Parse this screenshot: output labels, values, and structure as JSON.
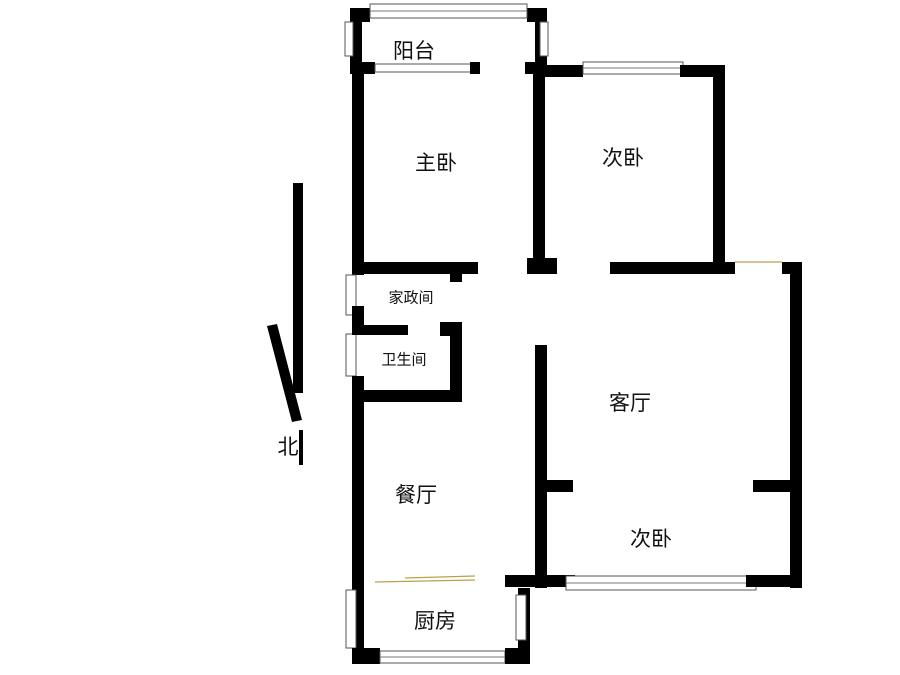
{
  "rooms": {
    "balcony": "阳台",
    "master_bedroom": "主卧",
    "second_bedroom_top": "次卧",
    "housekeeping_room": "家政间",
    "bathroom": "卫生间",
    "living_room": "客厅",
    "dining_room": "餐厅",
    "second_bedroom_bottom": "次卧",
    "kitchen": "厨房"
  },
  "compass": {
    "north_label": "北"
  },
  "colors": {
    "wall": "#000000",
    "background": "#ffffff",
    "door_accent": "#b8a24a"
  }
}
